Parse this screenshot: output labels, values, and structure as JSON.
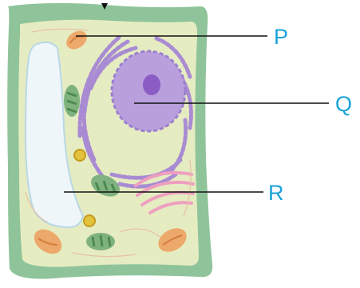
{
  "labels": {
    "p": "P",
    "q": "Q",
    "r": "R"
  },
  "colors": {
    "label_text": "#1aa3d9",
    "leader_line": "#111111",
    "cell_wall": "#8fc49a",
    "cytoplasm": "#e6ecc2",
    "vacuole": "#eef6fa",
    "vacuole_edge": "#b9d8e6",
    "nucleus": "#b9a0dd",
    "nucleolus": "#8a5cc4",
    "endoplasmic_reticulum": "#a98bd3",
    "golgi": "#ee9fbf",
    "mitochondria": "#eda86b",
    "chloroplast": "#7fb27f",
    "granule": "#e3c23c"
  },
  "icons": [
    "plant-cell-illustration"
  ]
}
